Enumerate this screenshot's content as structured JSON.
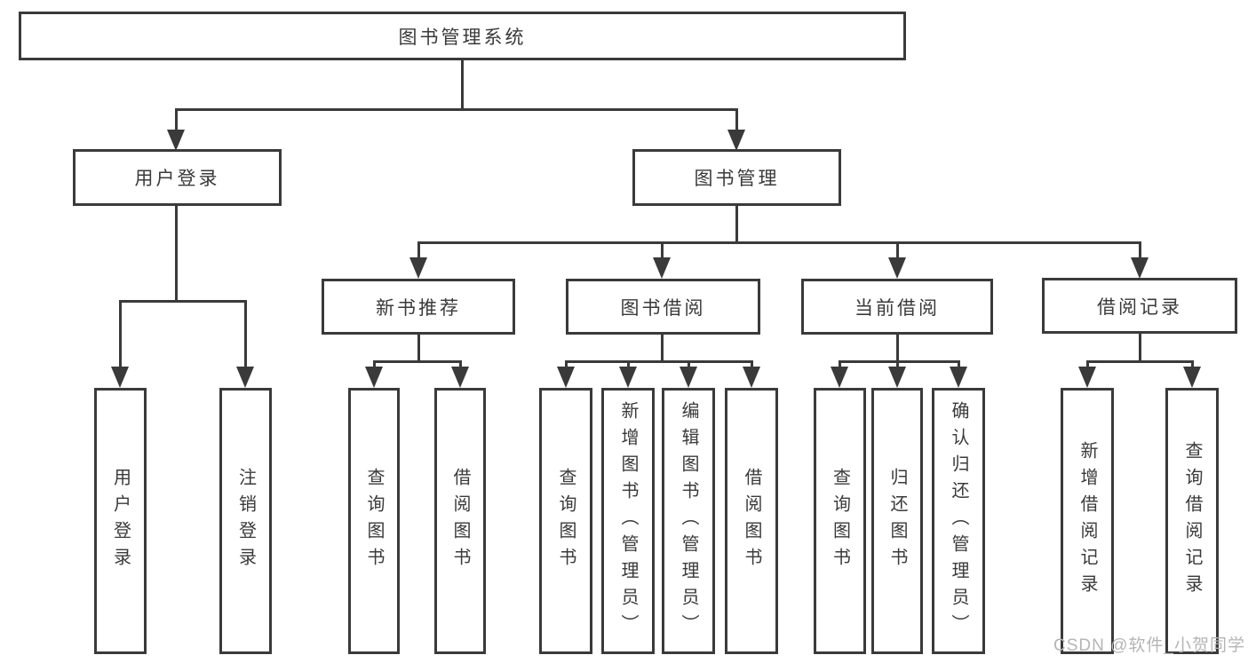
{
  "root": {
    "label": "图书管理系统"
  },
  "level2": {
    "user_login": {
      "label": "用户登录"
    },
    "book_management": {
      "label": "图书管理"
    }
  },
  "level3": {
    "new_book_recommend": {
      "label": "新书推荐"
    },
    "book_borrowing": {
      "label": "图书借阅"
    },
    "current_borrowing": {
      "label": "当前借阅"
    },
    "borrowing_records": {
      "label": "借阅记录"
    }
  },
  "leaves": {
    "user_login": {
      "login": "用户登录",
      "logout": "注销登录"
    },
    "new_book_recommend": {
      "query_books": "查询图书",
      "borrow_books": "借阅图书"
    },
    "book_borrowing": {
      "query_books": "查询图书",
      "add_books_admin": "新增图书（管理员）",
      "edit_books_admin": "编辑图书（管理员）",
      "borrow_books": "借阅图书"
    },
    "current_borrowing": {
      "query_books": "查询图书",
      "return_books": "归还图书",
      "confirm_return_admin": "确认归还（管理员）"
    },
    "borrowing_records": {
      "add_borrow_record": "新增借阅记录",
      "query_borrow_record": "查询借阅记录"
    }
  },
  "watermark": {
    "text": "CSDN @软件_小贺同学"
  },
  "colors": {
    "line": "#3a3a3a",
    "text": "#3a3a3a",
    "box_background": "#ffffff",
    "watermark": "#b5b5b5",
    "background": "#ffffff"
  }
}
